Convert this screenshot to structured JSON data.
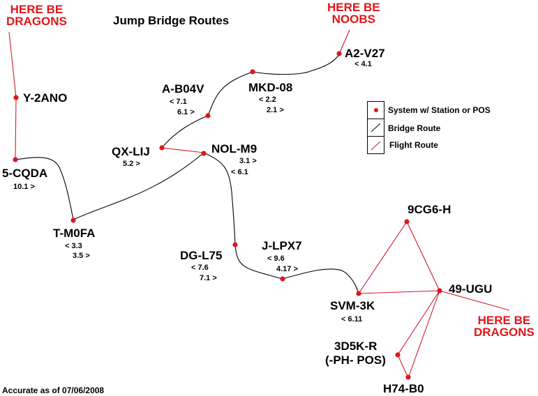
{
  "title": "Jump Bridge Routes",
  "footer": "Accurate as of 07/06/2008",
  "colors": {
    "node": "#e0161b",
    "bridge": "#000000",
    "flight": "#d11a2a",
    "warning": "#e0161b"
  },
  "legend": {
    "items": [
      {
        "icon": "red-dot-icon",
        "label": "System w/ Station or POS"
      },
      {
        "icon": "black-line-icon",
        "label": "Bridge Route"
      },
      {
        "icon": "red-line-icon",
        "label": "Flight Route"
      }
    ]
  },
  "warnings": [
    {
      "id": "dragons-northwest",
      "lines": [
        "HERE BE",
        "DRAGONS"
      ]
    },
    {
      "id": "noobs-north",
      "lines": [
        "HERE BE",
        "NOOBS"
      ]
    },
    {
      "id": "dragons-southeast",
      "lines": [
        "HERE BE",
        "DRAGONS"
      ]
    }
  ],
  "systems": [
    {
      "id": "y-2ano",
      "name": "Y-2ANO",
      "distances": []
    },
    {
      "id": "5-cqda",
      "name": "5-CQDA",
      "distances": [
        "10.1 >"
      ]
    },
    {
      "id": "t-m0fa",
      "name": "T-M0FA",
      "distances": [
        "< 3.3",
        "3.5 >"
      ]
    },
    {
      "id": "qx-lij",
      "name": "QX-LIJ",
      "distances": [
        "5.2 >"
      ]
    },
    {
      "id": "a-b04v",
      "name": "A-B04V",
      "distances": [
        "< 7.1",
        "6.1 >"
      ]
    },
    {
      "id": "mkd-08",
      "name": "MKD-08",
      "distances": [
        "< 2.2",
        "2.1 >"
      ]
    },
    {
      "id": "a2-v27",
      "name": "A2-V27",
      "distances": [
        "< 4.1"
      ]
    },
    {
      "id": "nol-m9",
      "name": "NOL-M9",
      "distances": [
        "3.1 >",
        "< 6.1"
      ]
    },
    {
      "id": "dg-l75",
      "name": "DG-L75",
      "distances": [
        "< 7.6",
        "7.1 >"
      ]
    },
    {
      "id": "j-lpx7",
      "name": "J-LPX7",
      "distances": [
        "< 9.6",
        "4.17 >"
      ]
    },
    {
      "id": "svm-3k",
      "name": "SVM-3K",
      "distances": [
        "< 6.11"
      ]
    },
    {
      "id": "9cg6-h",
      "name": "9CG6-H",
      "distances": []
    },
    {
      "id": "49-ugu",
      "name": "49-UGU",
      "distances": []
    },
    {
      "id": "3d5k-r",
      "name": "3D5K-R",
      "subtitle": "(-PH- POS)",
      "distances": []
    },
    {
      "id": "h74-b0",
      "name": "H74-B0",
      "distances": []
    }
  ],
  "bridge_routes": [
    [
      "5-cqda",
      "t-m0fa"
    ],
    [
      "t-m0fa",
      "nol-m9"
    ],
    [
      "qx-lij",
      "a-b04v"
    ],
    [
      "a-b04v",
      "mkd-08"
    ],
    [
      "mkd-08",
      "a2-v27"
    ],
    [
      "nol-m9",
      "dg-l75"
    ],
    [
      "dg-l75",
      "j-lpx7"
    ],
    [
      "j-lpx7",
      "svm-3k"
    ]
  ],
  "flight_routes": [
    [
      "y-2ano",
      "5-cqda"
    ],
    [
      "y-2ano",
      "dragons-northwest"
    ],
    [
      "a2-v27",
      "noobs-north"
    ],
    [
      "qx-lij",
      "nol-m9"
    ],
    [
      "svm-3k",
      "9cg6-h"
    ],
    [
      "svm-3k",
      "49-ugu"
    ],
    [
      "9cg6-h",
      "49-ugu"
    ],
    [
      "49-ugu",
      "dragons-southeast"
    ],
    [
      "49-ugu",
      "3d5k-r"
    ],
    [
      "49-ugu",
      "h74-b0"
    ],
    [
      "3d5k-r",
      "h74-b0"
    ]
  ]
}
